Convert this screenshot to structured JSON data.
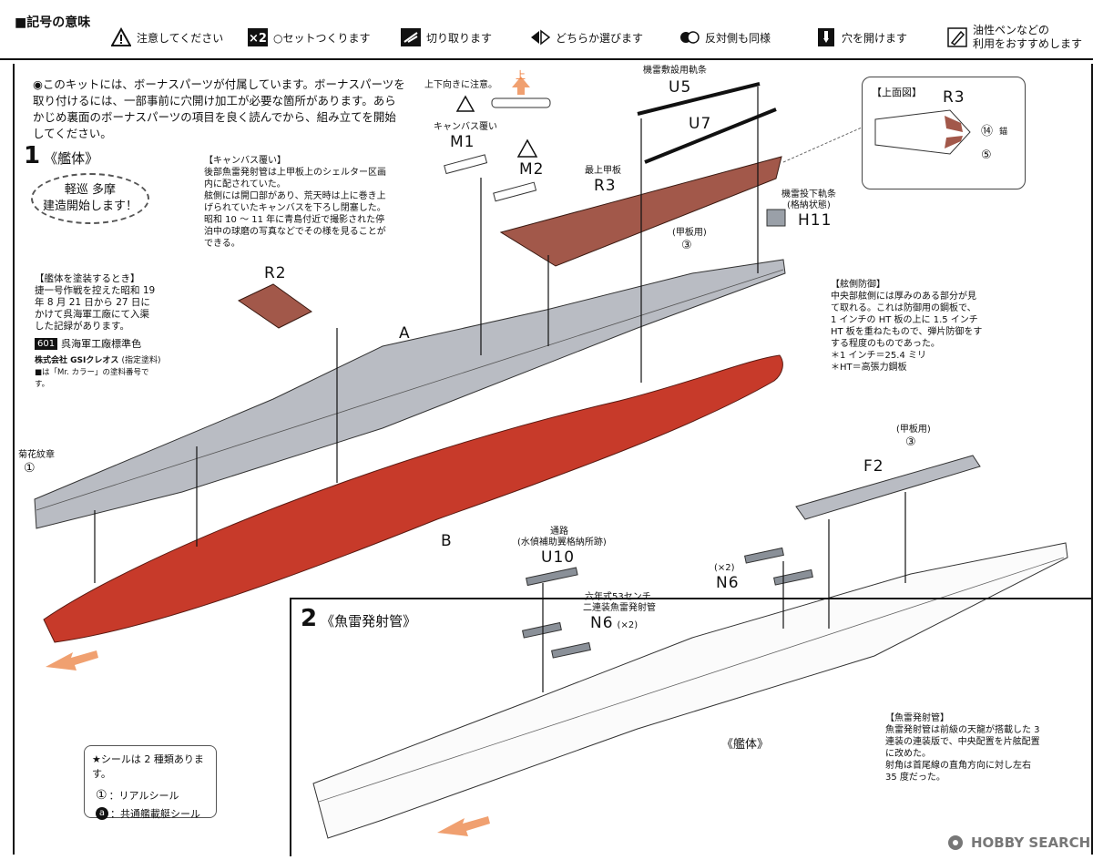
{
  "legend": {
    "title": "■記号の意味",
    "items": [
      {
        "icon": "warning-triangle-icon",
        "label": "注意してください"
      },
      {
        "icon": "times-two-icon",
        "label": "○セットつくります"
      },
      {
        "icon": "cut-icon",
        "label": "切り取ります"
      },
      {
        "icon": "choose-either-icon",
        "label": "どちらか選びます"
      },
      {
        "icon": "mirror-side-icon",
        "label": "反対側も同様"
      },
      {
        "icon": "drill-hole-icon",
        "label": "穴を開けます"
      },
      {
        "icon": "paint-pen-icon",
        "label1": "油性ペンなどの",
        "label2": "利用をおすすめします"
      }
    ]
  },
  "intro": "◉このキットには、ボーナスパーツが付属しています。ボーナスパーツを取り付けるには、一部事前に穴開け加工が必要な箇所があります。あらかじめ裏面のボーナスパーツの項目を良く読んでから、組み立てを開始してください。",
  "step1": {
    "number": "1",
    "title": "《艦体》",
    "bubble_line1": "軽巡 多摩",
    "bubble_line2": "建造開始します！"
  },
  "canvas_note": {
    "title": "【キャンバス覆い】",
    "lines": [
      "後部魚雷発射管は上甲板上のシェルター区画",
      "内に配されていた。",
      "舷側には開口部があり、荒天時は上に巻き上",
      "げられていたキャンバスを下ろし閉塞した。",
      "昭和 10 ～ 11 年に青島付近で撮影された停",
      "泊中の球磨の写真などでその様を見ることが",
      "できる。"
    ]
  },
  "paint_note": {
    "title": "【艦体を塗装するとき】",
    "lines": [
      "捷一号作戦を控えた昭和 19",
      "年 8 月 21 日から 27 日に",
      "かけて呉海軍工廠にて入渠",
      "した記録があります。"
    ],
    "color_code": "601",
    "color_name": "呉海軍工廠標準色",
    "maker": "株式会社 GSIクレオス",
    "maker_note": "(指定塗料)",
    "footnote": "■は「Mr. カラー」の塗料番号です。"
  },
  "armor_note": {
    "title": "【舷側防御】",
    "lines": [
      "中央部舷側には厚みのある部分が見",
      "て取れる。これは防御用の鋼板で、",
      "1 インチの HT 板の上に 1.5 インチ",
      "HT 板を重ねたもので、弾片防御をす",
      "する程度のものであった。",
      "＊1 インチ＝25.4 ミリ",
      "＊HT＝高張力鋼板"
    ]
  },
  "torpedo_note": {
    "title": "【魚雷発射管】",
    "lines": [
      "魚雷発射管は前級の天龍が搭載した 3",
      "連装の連装版で、中央配置を片舷配置",
      "に改めた。",
      "射角は首尾線の直角方向に対し左右",
      "35 度だった。"
    ]
  },
  "parts": {
    "orient_note": "上下向きに注意。",
    "up_label": "上",
    "m1_desc": "キャンバス覆い",
    "m1": "M1",
    "m2": "M2",
    "u5_desc": "機雷敷設用軌条",
    "u5": "U5",
    "u7": "U7",
    "r3_desc": "最上甲板",
    "r3": "R3",
    "h11_desc1": "機雷投下軌条",
    "h11_desc2": "(格納状態)",
    "h11": "H11",
    "deck_use": "(甲板用)",
    "circle3": "③",
    "r2": "R2",
    "a": "A",
    "b": "B",
    "chrysanthemum": "菊花紋章",
    "circle1": "①",
    "f2": "F2",
    "deck_use2": "(甲板用)",
    "circle3b": "③",
    "u10_desc1": "通路",
    "u10_desc2": "(水偵補助翼格納所跡)",
    "u10": "U10",
    "n6_top_mult": "(×2)",
    "n6_top": "N6",
    "n6_desc1": "六年式53センチ",
    "n6_desc2": "二連装魚雷発射管",
    "n6": "N6",
    "n6_mult": "(×2)"
  },
  "inset": {
    "title": "【上面図】",
    "part": "R3",
    "callout14": "⑭",
    "callout14_label": "錨",
    "callout5": "⑤"
  },
  "step2": {
    "number": "2",
    "title": "《魚雷発射管》",
    "hull_label": "《艦体》"
  },
  "decal_note": {
    "title": "★シールは 2 種類あります。",
    "item1_mark": "①",
    "item1": "：リアルシール",
    "item2_mark": "a",
    "item2": "：共通艦載艇シール"
  },
  "watermark": "HOBBY SEARCH",
  "colors": {
    "hull_grey": "#b9bcc3",
    "hull_red": "#c73a2a",
    "deck_brown": "#a2584a",
    "arrow_orange": "#f0a070"
  }
}
